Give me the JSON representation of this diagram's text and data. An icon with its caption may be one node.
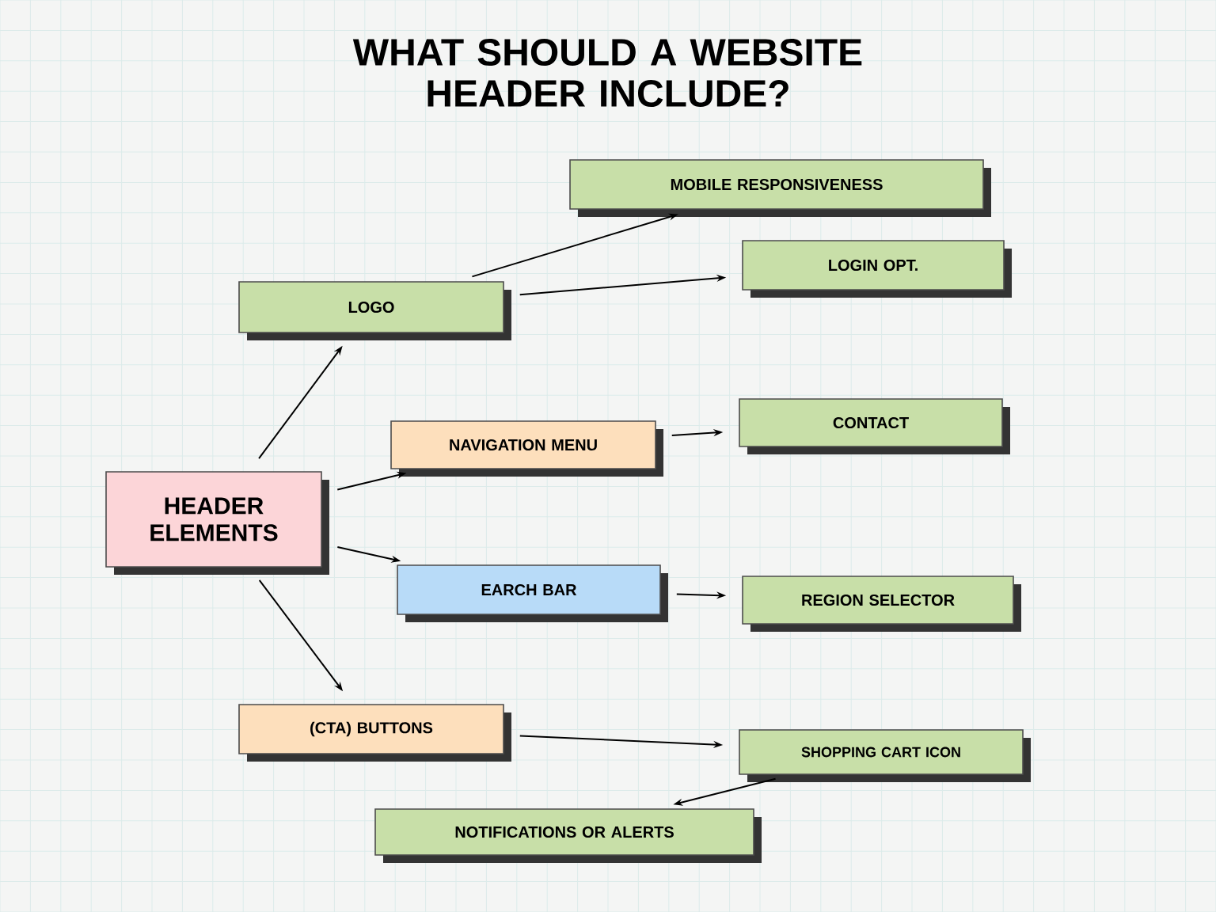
{
  "diagram": {
    "title": "WHAT SHOULD A WEBSITE HEADER INCLUDE?",
    "nodes": [
      {
        "text": [
          "HEADER ELEMENTS"
        ]
      },
      {
        "text": [
          "LOGO"
        ]
      },
      {
        "text": [
          "MOBILE RESPONSIVENESS"
        ]
      },
      {
        "text": [
          "LOGIN OPT."
        ]
      },
      {
        "text": [
          "NAVIGATION MENU"
        ]
      },
      {
        "text": [
          "CONTACT"
        ]
      },
      {
        "text": [
          "EARCH BAR"
        ]
      },
      {
        "text": [
          "REGION SELECTOR"
        ]
      },
      {
        "text": [
          "(CTA) BUTTONS"
        ]
      },
      {
        "text": [
          "SHOPPING CART ICON"
        ]
      },
      {
        "text": [
          "NOTIFICATIONS OR ALERTS"
        ]
      }
    ],
    "edges": [
      {
        "from": 0,
        "to": 1,
        "arrow": "to"
      },
      {
        "from": 0,
        "to": 4,
        "arrow": "to"
      },
      {
        "from": 0,
        "to": 6,
        "arrow": "to"
      },
      {
        "from": 0,
        "to": 8,
        "arrow": "to"
      },
      {
        "from": 1,
        "to": 2,
        "arrow": "to"
      },
      {
        "from": 1,
        "to": 3,
        "arrow": "to"
      },
      {
        "from": 4,
        "to": 5,
        "arrow": "to"
      },
      {
        "from": 6,
        "to": 7,
        "arrow": "to"
      },
      {
        "from": 8,
        "to": 9,
        "arrow": "to"
      },
      {
        "from": 9,
        "to": 10,
        "arrow": "to"
      }
    ]
  }
}
